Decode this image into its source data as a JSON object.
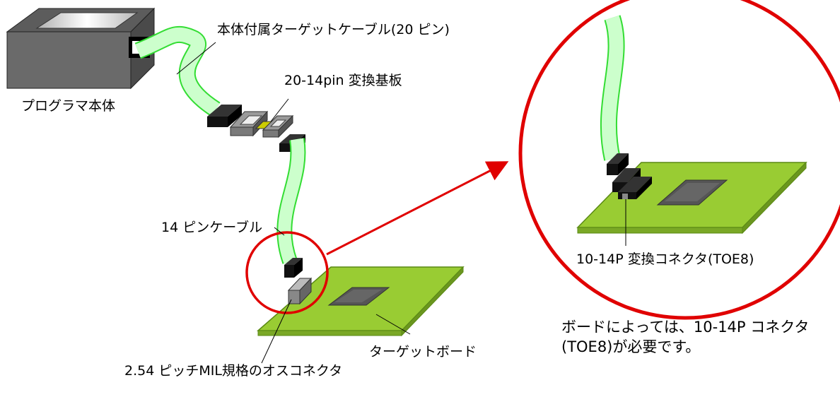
{
  "labels": {
    "programmer_body": "プログラマ本体",
    "bundled_cable": "本体付属ターゲットケーブル(20 ピン)",
    "adapter_board": "20-14pin  変換基板",
    "cable_14pin": "14 ピンケーブル",
    "target_board": "ターゲットボード",
    "mil_connector": "2.54  ピッチMIL規格のオスコネクタ",
    "conversion_connector": "10-14P 変換コネクタ(TOE8)",
    "note_line1": "ボードによっては、10-14P コネクタ",
    "note_line2": "(TOE8)が必要です。"
  },
  "colors": {
    "board_green": "#99cc33",
    "board_edge": "#5a8a14",
    "chip_gray": "#555555",
    "cable_green": "#ccffcc",
    "cable_edge": "#33dd33",
    "highlight_red": "#e00000",
    "connector_black": "#111111"
  }
}
